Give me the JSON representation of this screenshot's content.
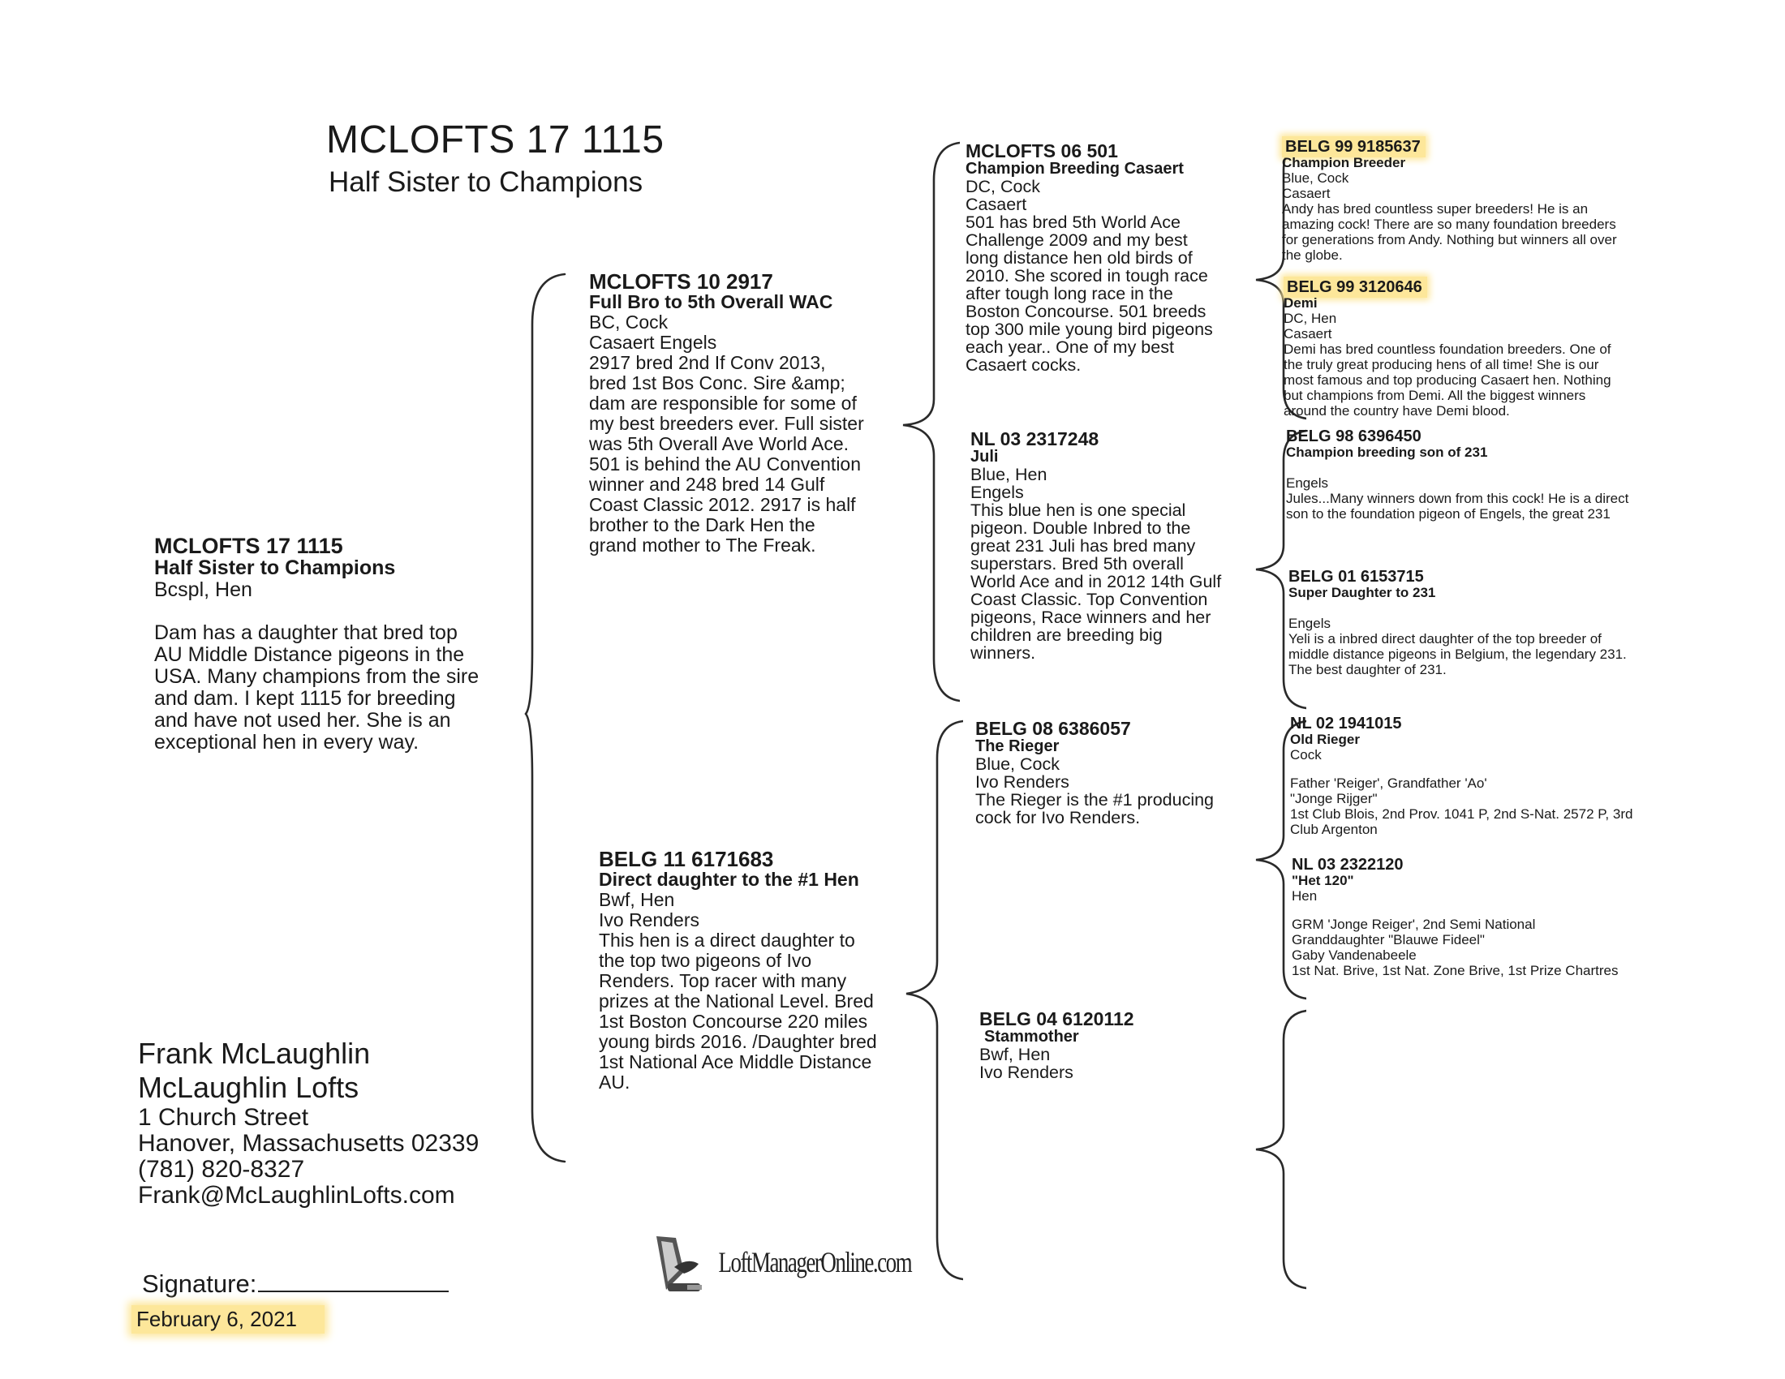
{
  "header": {
    "title": "MCLOFTS 17 1115",
    "subtitle": "Half Sister to Champions"
  },
  "subject": {
    "reg": "MCLOFTS 17 1115",
    "name": "Half Sister to Champions",
    "color_sex": "Bcspl, Hen",
    "notes": "Dam has a daughter that bred top\nAU Middle Distance pigeons in the\nUSA. Many champions from the sire\nand dam. I kept 1115 for breeding\nand have not used her. She is an\nexceptional hen in every way."
  },
  "sire": {
    "reg": "MCLOFTS 10 2917",
    "name": "Full Bro to 5th Overall WAC",
    "color_sex": "BC, Cock",
    "strain": "Casaert Engels",
    "notes": "2917 bred 2nd If Conv 2013,\nbred 1st Bos Conc. Sire &amp;\ndam are responsible for some of\nmy best breeders ever. Full sister\nwas 5th Overall Ave World Ace.\n501 is behind the AU Convention\nwinner and 248 bred 14 Gulf\nCoast Classic 2012. 2917 is half\nbrother to the Dark Hen the\ngrand mother to The Freak."
  },
  "dam": {
    "reg": "BELG 11 6171683",
    "name": "Direct daughter to the #1 Hen",
    "color_sex": "Bwf, Hen",
    "strain": "Ivo Renders",
    "notes": "This hen is a direct daughter to\nthe top two pigeons of Ivo\nRenders. Top racer with many\nprizes at the National Level. Bred\n1st Boston Concourse 220 miles\nyoung birds 2016. /Daughter bred\n1st National Ace Middle Distance\nAU."
  },
  "sire_sire": {
    "reg": "MCLOFTS 06 501",
    "name": "Champion Breeding Casaert",
    "color_sex": "DC, Cock",
    "strain": "Casaert",
    "notes": "501 has bred 5th World Ace\nChallenge 2009 and my best\nlong distance hen old birds of\n2010.  She scored in tough race\nafter tough long race in the\nBoston Concourse.  501 breeds\ntop 300 mile young bird pigeons\neach year.. One of my best\nCasaert cocks."
  },
  "sire_dam": {
    "reg": "NL 03 2317248",
    "name": "Juli",
    "color_sex": "Blue, Hen",
    "strain": "Engels",
    "notes": "This blue hen is one special\npigeon.  Double Inbred to the\ngreat 231 Juli has bred many\nsuperstars.  Bred 5th overall\nWorld Ace and in 2012 14th Gulf\nCoast Classic. Top Convention\npigeons, Race winners and her\nchildren are breeding big\nwinners."
  },
  "dam_sire": {
    "reg": "BELG 08 6386057",
    "name": "The Rieger",
    "color_sex": "Blue, Cock",
    "strain": "Ivo Renders",
    "notes": "The Rieger is the #1 producing\ncock for Ivo Renders."
  },
  "dam_dam": {
    "reg": "BELG 04 6120112",
    "name": "Stammother",
    "color_sex": "Bwf, Hen",
    "strain": "Ivo Renders",
    "notes": ""
  },
  "ss_sire": {
    "reg": "BELG 99 9185637",
    "name": "Champion Breeder",
    "color_sex": "Blue, Cock",
    "strain": "Casaert",
    "notes": "Andy has bred countless super breeders!  He is an\namazing cock! There are so many foundation breeders\nfor generations from Andy. Nothing but winners all over\nthe globe."
  },
  "ss_dam": {
    "reg": "BELG 99 3120646",
    "name": "Demi",
    "color_sex": "DC, Hen",
    "strain": "Casaert",
    "notes": "Demi has bred countless foundation breeders.  One of\nthe truly great producing hens of all time!  She is our\nmost famous and top producing Casaert hen.  Nothing\nbut champions from Demi.  All the biggest winners\naround the country have Demi blood."
  },
  "sd_sire": {
    "reg": "BELG 98 6396450",
    "name": "Champion breeding son of 231",
    "color_sex": "",
    "strain": "Engels",
    "notes": "Jules...Many winners down from this cock!  He is a direct\nson to the foundation pigeon of Engels, the great 231"
  },
  "sd_dam": {
    "reg": "BELG 01 6153715",
    "name": "Super Daughter to 231",
    "color_sex": "",
    "strain": "Engels",
    "notes": "Yeli is a inbred direct daughter of the top breeder of\nmiddle distance pigeons in Belgium, the legendary 231.\nThe best daughter of 231."
  },
  "ds_sire": {
    "reg": "NL 02 1941015",
    "name": "Old Rieger",
    "color_sex": "Cock",
    "strain": "",
    "notes": "Father 'Reiger', Grandfather 'Ao'\n\"Jonge Rijger\"\n1st Club Blois, 2nd Prov. 1041 P, 2nd S-Nat. 2572 P, 3rd\nClub Argenton"
  },
  "ds_dam": {
    "reg": "NL 03 2322120",
    "name": "\"Het 120\"",
    "color_sex": "Hen",
    "strain": "",
    "notes": "GRM 'Jonge Reiger', 2nd Semi National\nGranddaughter \"Blauwe Fideel\"\nGaby Vandenabeele\n1st Nat. Brive, 1st Nat. Zone Brive, 1st Prize Chartres"
  },
  "breeder": {
    "name": "Frank McLaughlin",
    "loft": "McLaughlin Lofts",
    "street": "1 Church Street",
    "city": "Hanover, Massachusetts 02339",
    "phone": "(781) 820-8327",
    "email": "Frank@McLaughlinLofts.com"
  },
  "signature_label": "Signature:",
  "print_date": "February  6, 2021",
  "logo": {
    "text": "LoftManagerOnline.com",
    "icon": "pigeon-loft-logo-icon"
  },
  "colors": {
    "highlight": "#fde79a",
    "ink": "#1a1a1a",
    "brace": "#2a2a2a"
  }
}
